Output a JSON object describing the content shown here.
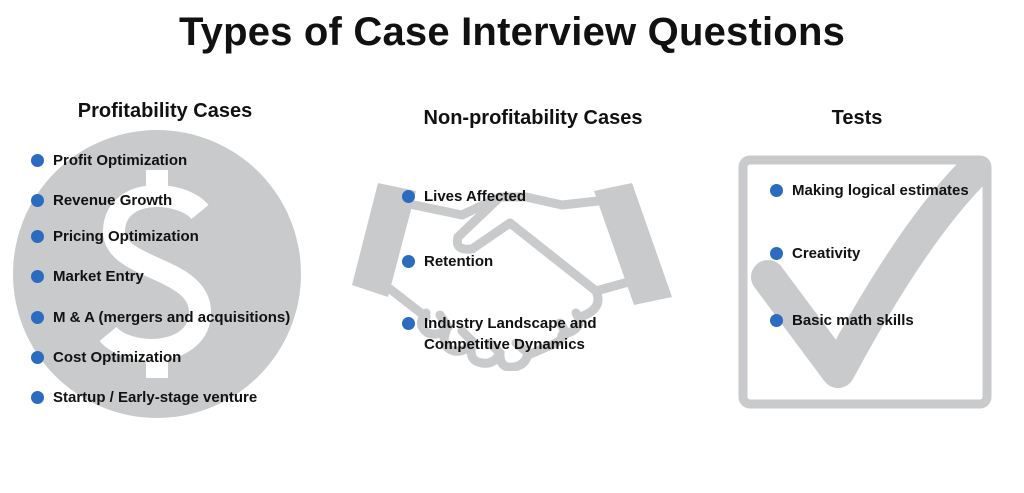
{
  "title": "Types of Case Interview Questions",
  "accent_color": "#2b6cc0",
  "graphic_color": "#c9cacb",
  "columns": [
    {
      "heading": "Profitability Cases",
      "icon": "dollar-coin-icon",
      "items": [
        "Profit Optimization",
        "Revenue Growth",
        "Pricing Optimization",
        "Market Entry",
        "M & A (mergers and acquisitions)",
        "Cost Optimization",
        "Startup / Early-stage venture"
      ]
    },
    {
      "heading": "Non-profitability Cases",
      "icon": "handshake-icon",
      "items": [
        "Lives Affected",
        "Retention",
        "Industry Landscape and Competitive Dynamics"
      ]
    },
    {
      "heading": "Tests",
      "icon": "checkbox-checkmark-icon",
      "items": [
        "Making logical estimates",
        "Creativity",
        "Basic math skills"
      ]
    }
  ]
}
